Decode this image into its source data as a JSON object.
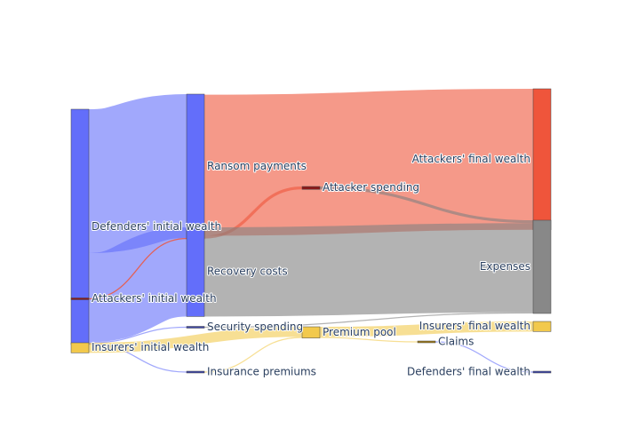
{
  "chart_data": {
    "type": "sankey",
    "nodes": [
      {
        "id": "defenders_initial",
        "label": "Defenders' initial wealth",
        "color": "#636efa",
        "column": 0
      },
      {
        "id": "attackers_initial",
        "label": "Attackers' initial wealth",
        "color": "#8b1a1a",
        "column": 0
      },
      {
        "id": "insurers_initial",
        "label": "Insurers' initial wealth",
        "color": "#f2c94c",
        "column": 0
      },
      {
        "id": "ransom",
        "label": "Ransom payments",
        "color": "#636efa",
        "column": 1
      },
      {
        "id": "recovery",
        "label": "Recovery costs",
        "color": "#636efa",
        "column": 1
      },
      {
        "id": "security",
        "label": "Security spending",
        "color": "#3f48a8",
        "column": 1
      },
      {
        "id": "premiums",
        "label": "Insurance premiums",
        "color": "#3f48a8",
        "column": 1
      },
      {
        "id": "attacker_spending",
        "label": "Attacker spending",
        "color": "#8b1a1a",
        "column": 2
      },
      {
        "id": "pool",
        "label": "Premium pool",
        "color": "#f2c94c",
        "column": 2
      },
      {
        "id": "claims",
        "label": "Claims",
        "color": "#9c7a1a",
        "column": 3
      },
      {
        "id": "attackers_final",
        "label": "Attackers' final wealth",
        "color": "#ef553b",
        "column": 4
      },
      {
        "id": "expenses",
        "label": "Expenses",
        "color": "#888888",
        "column": 4
      },
      {
        "id": "insurers_final",
        "label": "Insurers' final wealth",
        "color": "#f2c94c",
        "column": 4
      },
      {
        "id": "defenders_final",
        "label": "Defenders' final wealth",
        "color": "#3f48a8",
        "column": 4
      }
    ],
    "links": [
      {
        "source": "defenders_initial",
        "target": "ransom",
        "value": 100,
        "color": "rgba(99,110,250,0.6)"
      },
      {
        "source": "defenders_initial",
        "target": "recovery",
        "value": 62,
        "color": "rgba(99,110,250,0.6)"
      },
      {
        "source": "defenders_initial",
        "target": "security",
        "value": 0.8,
        "color": "rgba(99,110,250,0.6)"
      },
      {
        "source": "defenders_initial",
        "target": "premiums",
        "value": 0.8,
        "color": "rgba(99,110,250,0.6)"
      },
      {
        "source": "attackers_initial",
        "target": "ransom",
        "value": 0.8,
        "color": "rgba(239,85,59,0.85)"
      },
      {
        "source": "ransom",
        "target": "attackers_final",
        "value": 98,
        "color": "rgba(239,85,59,0.6)"
      },
      {
        "source": "ransom",
        "target": "attacker_spending",
        "value": 2,
        "color": "rgba(239,85,59,0.6)"
      },
      {
        "source": "attacker_spending",
        "target": "expenses",
        "value": 2,
        "color": "rgba(128,128,128,0.6)"
      },
      {
        "source": "recovery",
        "target": "expenses",
        "value": 62,
        "color": "rgba(128,128,128,0.6)"
      },
      {
        "source": "security",
        "target": "expenses",
        "value": 0.8,
        "color": "rgba(128,128,128,0.6)"
      },
      {
        "source": "insurers_initial",
        "target": "pool",
        "value": 7,
        "color": "rgba(242,201,76,0.6)"
      },
      {
        "source": "premiums",
        "target": "pool",
        "value": 0.8,
        "color": "rgba(242,201,76,0.6)"
      },
      {
        "source": "pool",
        "target": "insurers_final",
        "value": 7,
        "color": "rgba(242,201,76,0.6)"
      },
      {
        "source": "pool",
        "target": "claims",
        "value": 0.8,
        "color": "rgba(242,201,76,0.6)"
      },
      {
        "source": "claims",
        "target": "defenders_final",
        "value": 0.8,
        "color": "rgba(99,110,250,0.6)"
      }
    ]
  }
}
